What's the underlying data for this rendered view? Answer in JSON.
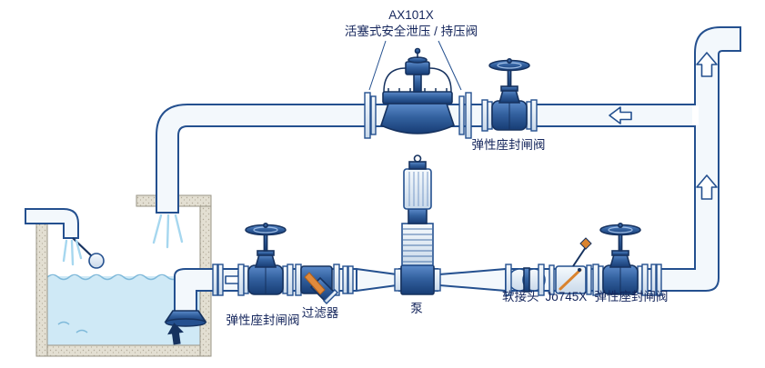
{
  "labels": {
    "relief_model": "AX101X",
    "relief_name": "活塞式安全泄压 / 持压阀",
    "gate_top": "弹性座封闸阀",
    "gate_suction": "弹性座封闸阀",
    "strainer": "过滤器",
    "pump": "泵",
    "flex_joint": "软接头",
    "check_model": "Jo745X",
    "gate_discharge": "弹性座封闸阀"
  },
  "colors": {
    "pipe_outline": "#24508f",
    "pipe_fill": "#f3f8fc",
    "valve_blue": "#2c5ca6",
    "water": "#cfe9f6",
    "orange_accent": "#d9832f",
    "tank_wall": "#e3dfd2",
    "label_text": "#15265c"
  }
}
